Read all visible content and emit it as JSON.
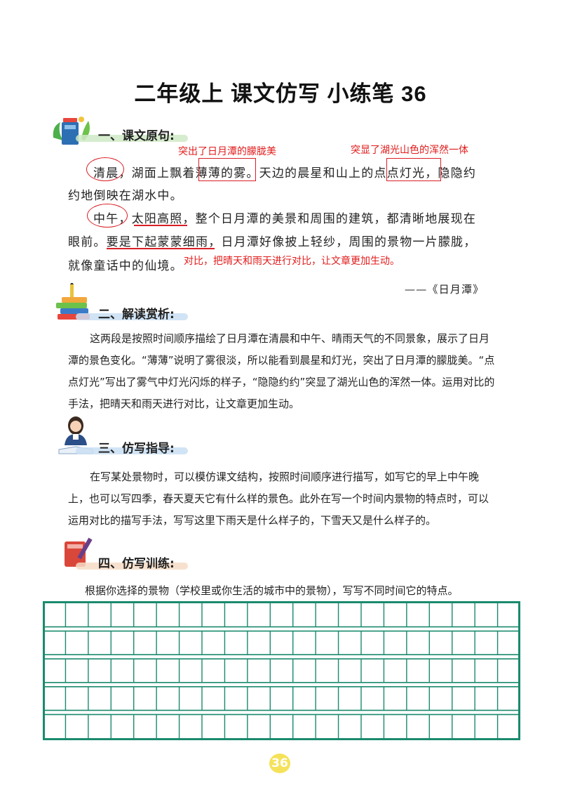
{
  "title": "二年级上 课文仿写 小练笔 36",
  "sections": {
    "s1": "一、课文原句:",
    "s2": "二、解读赏析:",
    "s3": "三、仿写指导:",
    "s4": "四、仿写训练:"
  },
  "annotations": {
    "a1": "突出了日月潭的朦胧美",
    "a2": "突显了湖光山色的浑然一体",
    "a3": "对比，把晴天和雨天进行对比，让文章更加生动。"
  },
  "original": {
    "l1": [
      "清晨",
      "，湖面上飘着",
      "薄薄的雾",
      "。天边的晨星和山上的",
      "点点灯光",
      "，隐隐约"
    ],
    "l2": "约地倒映在湖水中。",
    "l3": [
      "中午",
      "，",
      "太阳高照",
      "，整个日月潭的美景和周围的建筑，都清晰地展现在"
    ],
    "l4": [
      "眼前。",
      "要是下起蒙蒙细雨",
      "，日月潭好像披上轻纱，周围的景物一片朦胧，"
    ],
    "l5": "就像童话中的仙境。",
    "source": "——《日月潭》"
  },
  "analysis": "这两段是按照时间顺序描绘了日月潭在清晨和中午、晴雨天气的不同景象，展示了日月潭的景色变化。“薄薄”说明了雾很淡，所以能看到晨星和灯光，突出了日月潭的朦胧美。“点点灯光”写出了雾气中灯光闪烁的样子，“隐隐约约”突显了湖光山色的浑然一体。运用对比的手法，把晴天和雨天进行对比，让文章更加生动。",
  "guidance": "在写某处景物时，可以模仿课文结构，按照时间顺序进行描写，如写它的早上中午晚上，也可以写四季，春天夏天它有什么样的景色。此外在写一个时间内景物的特点时，可以运用对比的描写手法，写写这里下雨天是什么样子的，下雪天又是什么样子的。",
  "task": "根据你选择的景物（学校里或你生活的城市中的景物），写写不同时间它的特点。",
  "page_number": "36",
  "colors": {
    "grid": "#1a8a6e",
    "annotation": "#e11b1b",
    "page_badge": "#f5e25a"
  }
}
